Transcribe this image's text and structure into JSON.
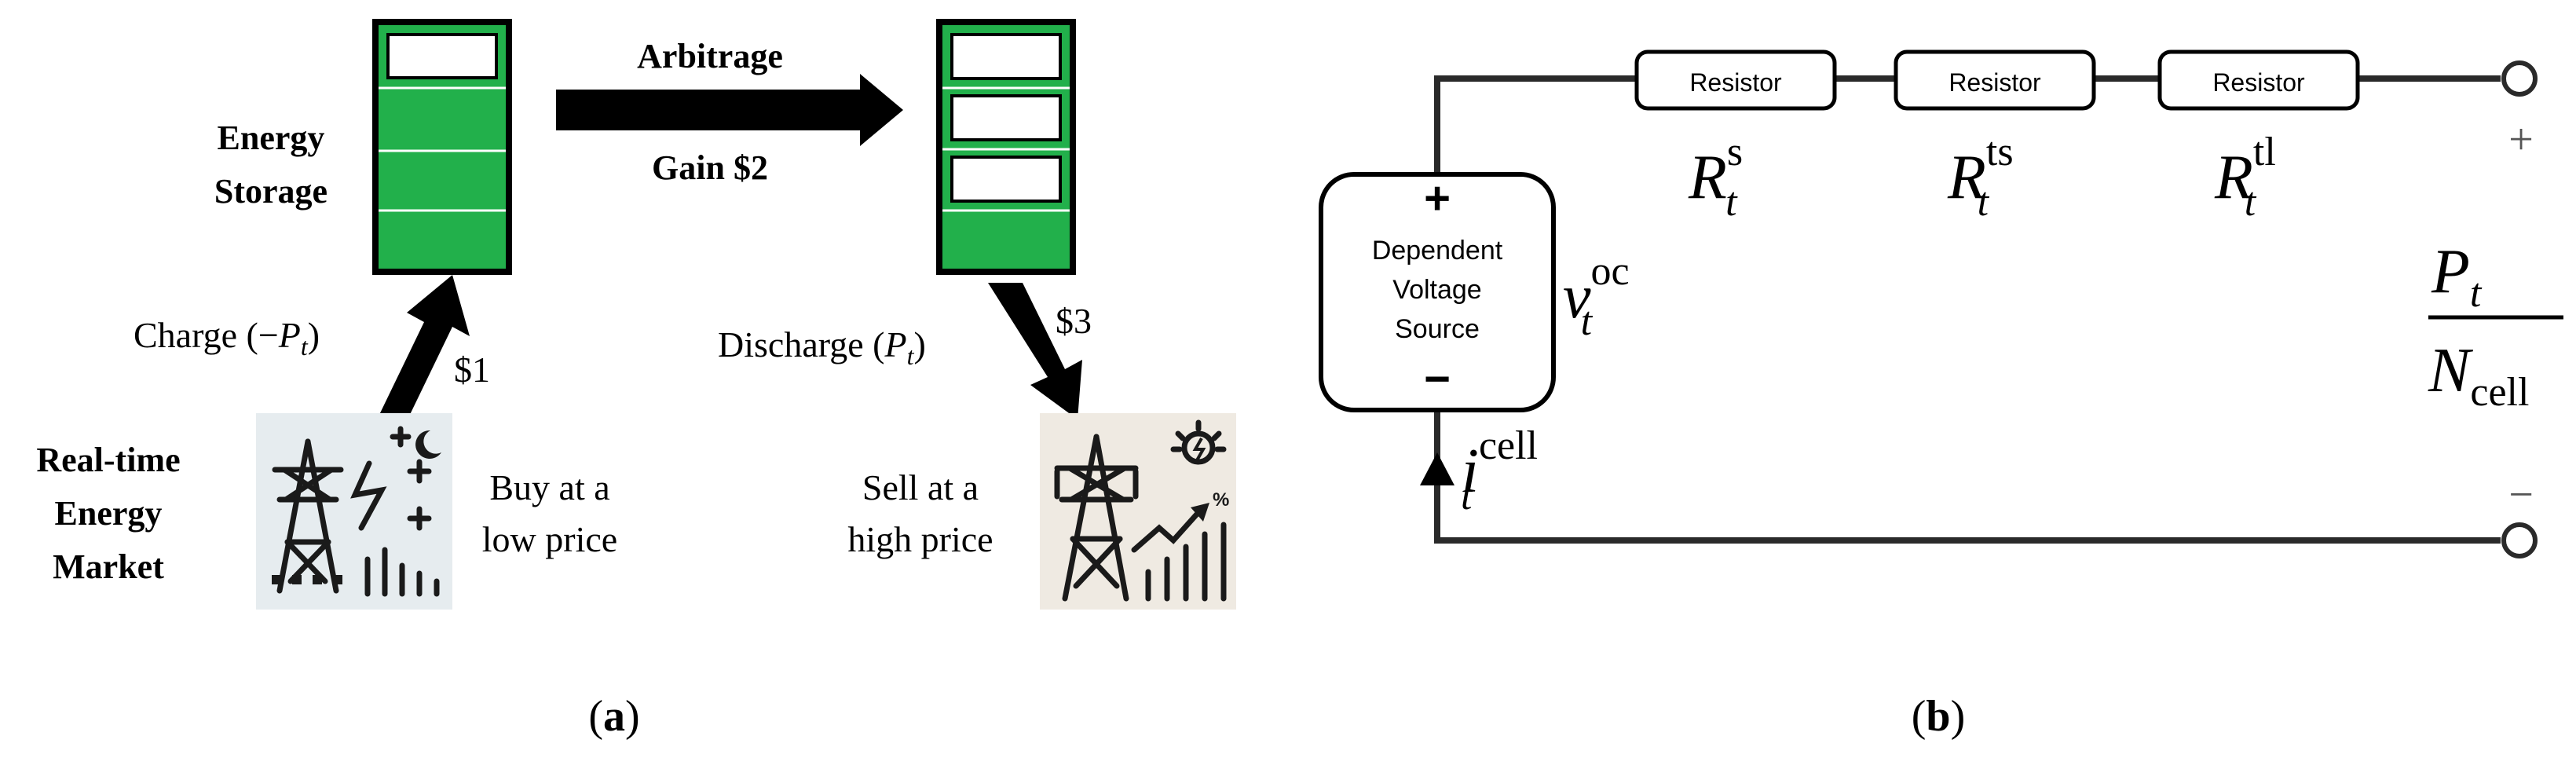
{
  "panel_a": {
    "storage_label_1": "Energy",
    "storage_label_2": "Storage",
    "arbitrage_label": "Arbitrage",
    "gain_label": "Gain $2",
    "charge_prefix": "Charge (−",
    "charge_var": "P",
    "charge_sub": "t",
    "charge_close": ")",
    "price_low": "$1",
    "discharge_prefix": "Discharge (",
    "discharge_var": "P",
    "discharge_sub": "t",
    "discharge_close": ")",
    "price_high": "$3",
    "market_label_1": "Real-time",
    "market_label_2": "Energy",
    "market_label_3": "Market",
    "buy_label_1": "Buy at a",
    "buy_label_2": "low price",
    "sell_label_1": "Sell at a",
    "sell_label_2": "high price",
    "battery_fill_color": "#22b04b",
    "caption": "(a)",
    "caption_letter": "a"
  },
  "panel_b": {
    "resistor_1": "Resistor",
    "resistor_2": "Resistor",
    "resistor_3": "Resistor",
    "r1_var": "R",
    "r1_sup": "s",
    "r1_sub": "t",
    "r2_var": "R",
    "r2_sup": "ts",
    "r2_sub": "t",
    "r3_var": "R",
    "r3_sup": "tl",
    "r3_sub": "t",
    "source_line_1": "Dependent",
    "source_line_2": "Voltage",
    "source_line_3": "Source",
    "source_plus": "+",
    "source_minus": "−",
    "voc_var": "v",
    "voc_sup": "oc",
    "voc_sub": "t",
    "icell_var": "i",
    "icell_sup": "cell",
    "icell_sub": "t",
    "terminal_plus": "+",
    "terminal_minus": "−",
    "frac_num_var": "P",
    "frac_num_sub": "t",
    "frac_den_var": "N",
    "frac_den_sub": "cell",
    "caption": "(b)",
    "caption_letter": "b"
  }
}
